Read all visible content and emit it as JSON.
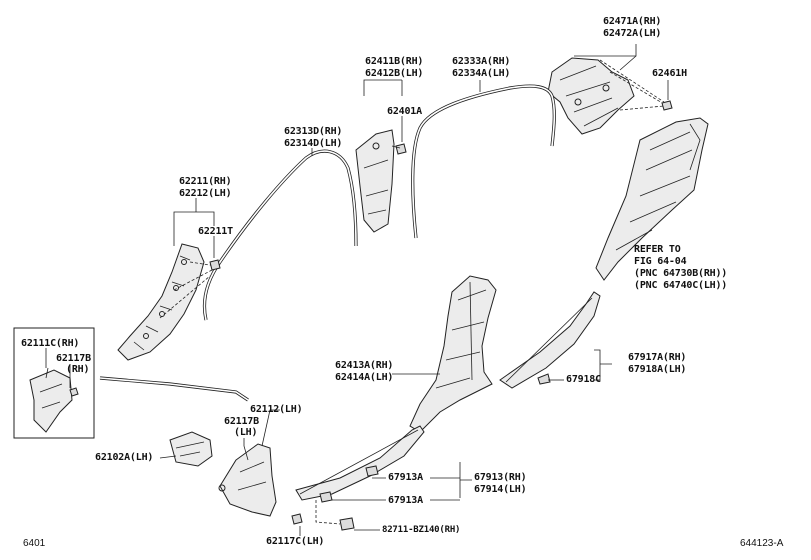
{
  "labels": {
    "p62471": "62471A(RH)",
    "p62472": "62472A(LH)",
    "p62461": "62461H",
    "p62411": "62411B(RH)",
    "p62412": "62412B(LH)",
    "p62401": "62401A",
    "p62333": "62333A(RH)",
    "p62334": "62334A(LH)",
    "p62313": "62313D(RH)",
    "p62314": "62314D(LH)",
    "p62211": "62211(RH)",
    "p62212": "62212(LH)",
    "p62211t": "62211T",
    "refer1": "REFER TO",
    "refer2": "FIG 64-04",
    "refer3": "(PNC 64730B(RH))",
    "refer4": "(PNC 64740C(LH))",
    "p62111c": "62111C(RH)",
    "p62117b_rh1": "62117B",
    "p62117b_rh2": "(RH)",
    "p62112": "62112(LH)",
    "p62117b_lh1": "62117B",
    "p62117b_lh2": "(LH)",
    "p62102a": "62102A(LH)",
    "p62413": "62413A(RH)",
    "p62414": "62414A(LH)",
    "p67917": "67917A(RH)",
    "p67918": "67918A(LH)",
    "p67918c": "67918C",
    "p67913a_1": "67913A",
    "p67913a_2": "67913A",
    "p67913": "67913(RH)",
    "p67914": "67914(LH)",
    "p82711": "82711-BZ140(RH)",
    "p62117c": "62117C(LH)"
  },
  "footer": {
    "left": "6401",
    "right": "644123-A"
  }
}
